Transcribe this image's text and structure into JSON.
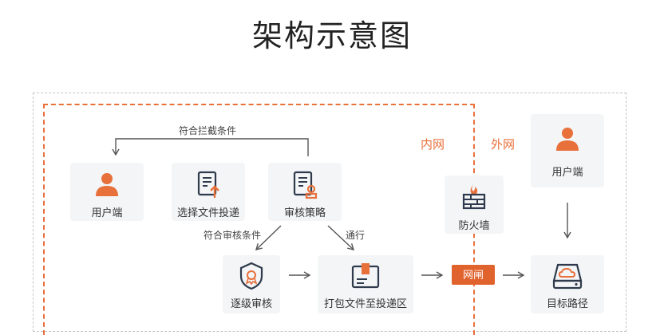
{
  "title": "架构示意图",
  "zones": {
    "internal": "内网",
    "external": "外网"
  },
  "nodes": {
    "user_left": "用户端",
    "select_files": "选择文件投递",
    "review_policy": "审核策略",
    "level_review": "逐级审核",
    "pack_files": "打包文件至投递区",
    "firewall": "防火墙",
    "user_right": "用户端",
    "target_path": "目标路径"
  },
  "edge_labels": {
    "intercept": "符合拦截条件",
    "review": "符合审核条件",
    "pass": "通行"
  },
  "gateway": "网闸",
  "colors": {
    "accent": "#e8703a",
    "icon": "#2f3b4c",
    "card_bg": "#f3f5f7"
  },
  "icons": {
    "user_left": "user-icon",
    "select_files": "file-upload-icon",
    "review_policy": "document-approve-icon",
    "level_review": "shield-icon",
    "pack_files": "package-icon",
    "firewall": "firewall-icon",
    "user_right": "user-icon",
    "target_path": "cloud-drive-icon"
  }
}
